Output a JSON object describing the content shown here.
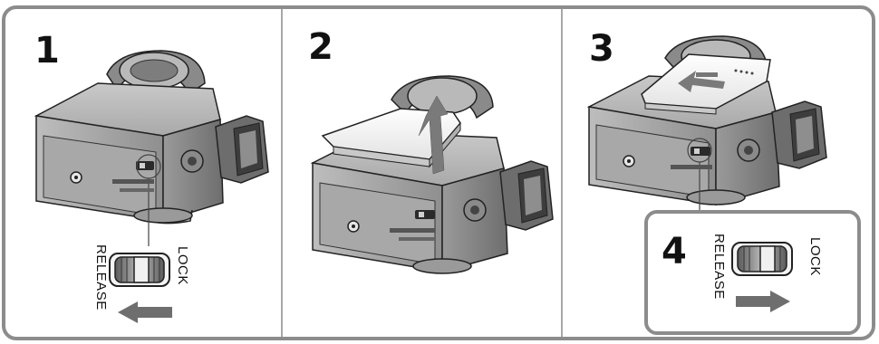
{
  "panels": [
    {
      "step": "1",
      "switch": {
        "label_lock": "LOCK",
        "label_release": "RELEASE",
        "arrow_direction": "left"
      }
    },
    {
      "step": "2"
    },
    {
      "step": "3",
      "inset": {
        "step": "4",
        "switch": {
          "label_lock": "LOCK",
          "label_release": "RELEASE",
          "arrow_direction": "right"
        }
      }
    }
  ],
  "colors": {
    "frame": "#8c8c8c",
    "ink": "#222222",
    "arrow": "#6e6e6e",
    "body": "#d9d9d9"
  }
}
